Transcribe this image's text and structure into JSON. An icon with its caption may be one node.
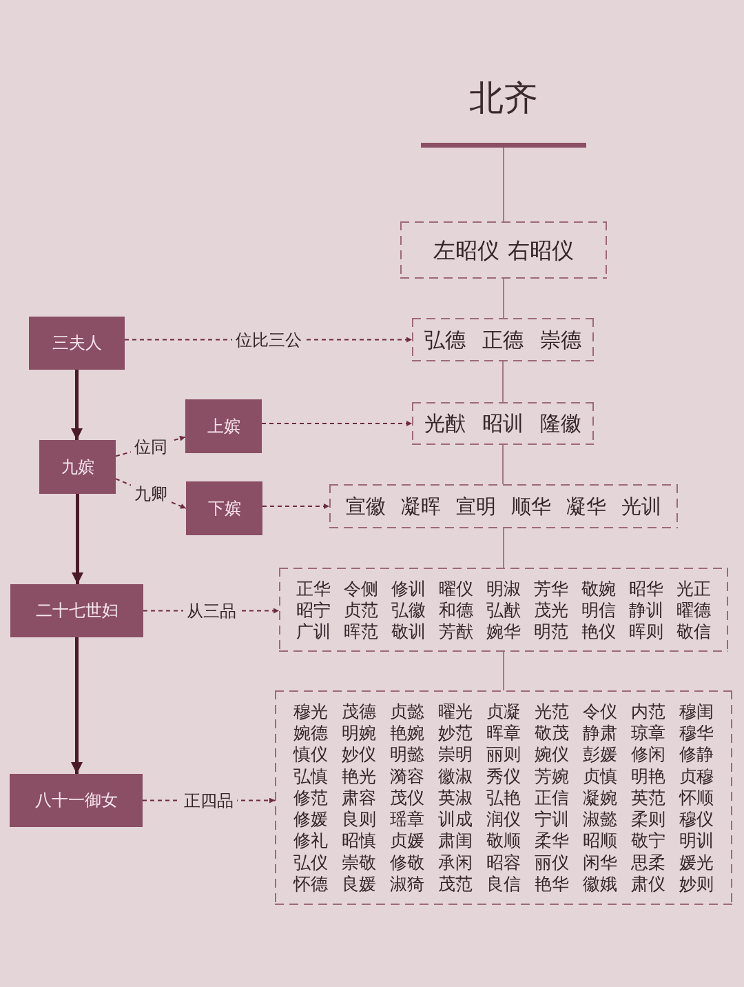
{
  "diagram": {
    "title": "北齐",
    "nodes": [
      {
        "text": [],
        "shape": "bar"
      },
      {
        "text": [
          "左昭仪",
          "右昭仪"
        ]
      },
      {
        "text": [
          "三夫人"
        ]
      },
      {
        "text": [
          "弘德",
          "正德",
          "崇德"
        ]
      },
      {
        "text": [
          "九嫔"
        ]
      },
      {
        "text": [
          "上嫔"
        ]
      },
      {
        "text": [
          "光猷",
          "昭训",
          "隆徽"
        ]
      },
      {
        "text": [
          "下嫔"
        ]
      },
      {
        "text": [
          "宣徽",
          "凝晖",
          "宣明",
          "顺华",
          "凝华",
          "光训"
        ]
      },
      {
        "text": [
          "二十七世妇"
        ]
      },
      {
        "text": [
          "正华",
          "令侧",
          "修训",
          "曜仪",
          "明淑",
          "芳华",
          "敬婉",
          "昭华",
          "光正",
          "昭宁",
          "贞范",
          "弘徽",
          "和德",
          "弘猷",
          "茂光",
          "明信",
          "静训",
          "曜德",
          "广训",
          "晖范",
          "敬训",
          "芳猷",
          "婉华",
          "明范",
          "艳仪",
          "晖则",
          "敬信"
        ]
      },
      {
        "text": [
          "八十一御女"
        ]
      },
      {
        "text": [
          "穆光",
          "茂德",
          "贞懿",
          "曜光",
          "贞凝",
          "光范",
          "令仪",
          "内范",
          "穆闺",
          "婉德",
          "明婉",
          "艳婉",
          "妙范",
          "晖章",
          "敬茂",
          "静肃",
          "琼章",
          "穆华",
          "慎仪",
          "妙仪",
          "明懿",
          "崇明",
          "丽则",
          "婉仪",
          "彭媛",
          "修闲",
          "修静",
          "弘慎",
          "艳光",
          "漪容",
          "徽淑",
          "秀仪",
          "芳婉",
          "贞慎",
          "明艳",
          "贞穆",
          "修范",
          "肃容",
          "茂仪",
          "英淑",
          "弘艳",
          "正信",
          "凝婉",
          "英范",
          "怀顺",
          "修媛",
          "良则",
          "瑶章",
          "训成",
          "润仪",
          "宁训",
          "淑懿",
          "柔则",
          "穆仪",
          "修礼",
          "昭慎",
          "贞媛",
          "肃闺",
          "敬顺",
          "柔华",
          "昭顺",
          "敬宁",
          "明训",
          "弘仪",
          "崇敬",
          "修敬",
          "承闲",
          "昭容",
          "丽仪",
          "闲华",
          "思柔",
          "媛光",
          "怀德",
          "良媛",
          "淑猗",
          "茂范",
          "良信",
          "艳华",
          "徽娥",
          "肃仪",
          "妙则"
        ]
      }
    ],
    "edges": [
      {
        "from": 0,
        "to": 1,
        "arrow": "none",
        "color": "#8c5a69"
      },
      {
        "from": 1,
        "to": 3,
        "arrow": "none",
        "color": "#8c5a69"
      },
      {
        "from": 3,
        "to": 6,
        "arrow": "none",
        "color": "#8c5a69"
      },
      {
        "from": 6,
        "to": 8,
        "arrow": "none",
        "color": "#8c5a69"
      },
      {
        "from": 8,
        "to": 10,
        "arrow": "none",
        "color": "#8c5a69"
      },
      {
        "from": 10,
        "to": 12,
        "arrow": "none",
        "color": "#8c5a69"
      },
      {
        "from": 2,
        "to": 4,
        "arrow": "to",
        "style": "thick",
        "color": "#4a1a28"
      },
      {
        "from": 4,
        "to": 9,
        "arrow": "to",
        "style": "thick",
        "color": "#4a1a28"
      },
      {
        "from": 9,
        "to": 11,
        "arrow": "to",
        "style": "thick",
        "color": "#4a1a28"
      },
      {
        "from": 2,
        "to": 3,
        "arrow": "to",
        "style": "dashed",
        "label": "位比三公"
      },
      {
        "from": 4,
        "to": 5,
        "arrow": "to",
        "style": "dashed",
        "label": "位同"
      },
      {
        "from": 4,
        "to": 7,
        "arrow": "to",
        "style": "dashed",
        "label": "九卿"
      },
      {
        "from": 5,
        "to": 6,
        "arrow": "to",
        "style": "dashed"
      },
      {
        "from": 7,
        "to": 8,
        "arrow": "to",
        "style": "dashed"
      },
      {
        "from": 9,
        "to": 10,
        "arrow": "to",
        "style": "dashed",
        "label": "从三品"
      },
      {
        "from": 11,
        "to": 12,
        "arrow": "to",
        "style": "dashed",
        "label": "正四品"
      }
    ]
  }
}
